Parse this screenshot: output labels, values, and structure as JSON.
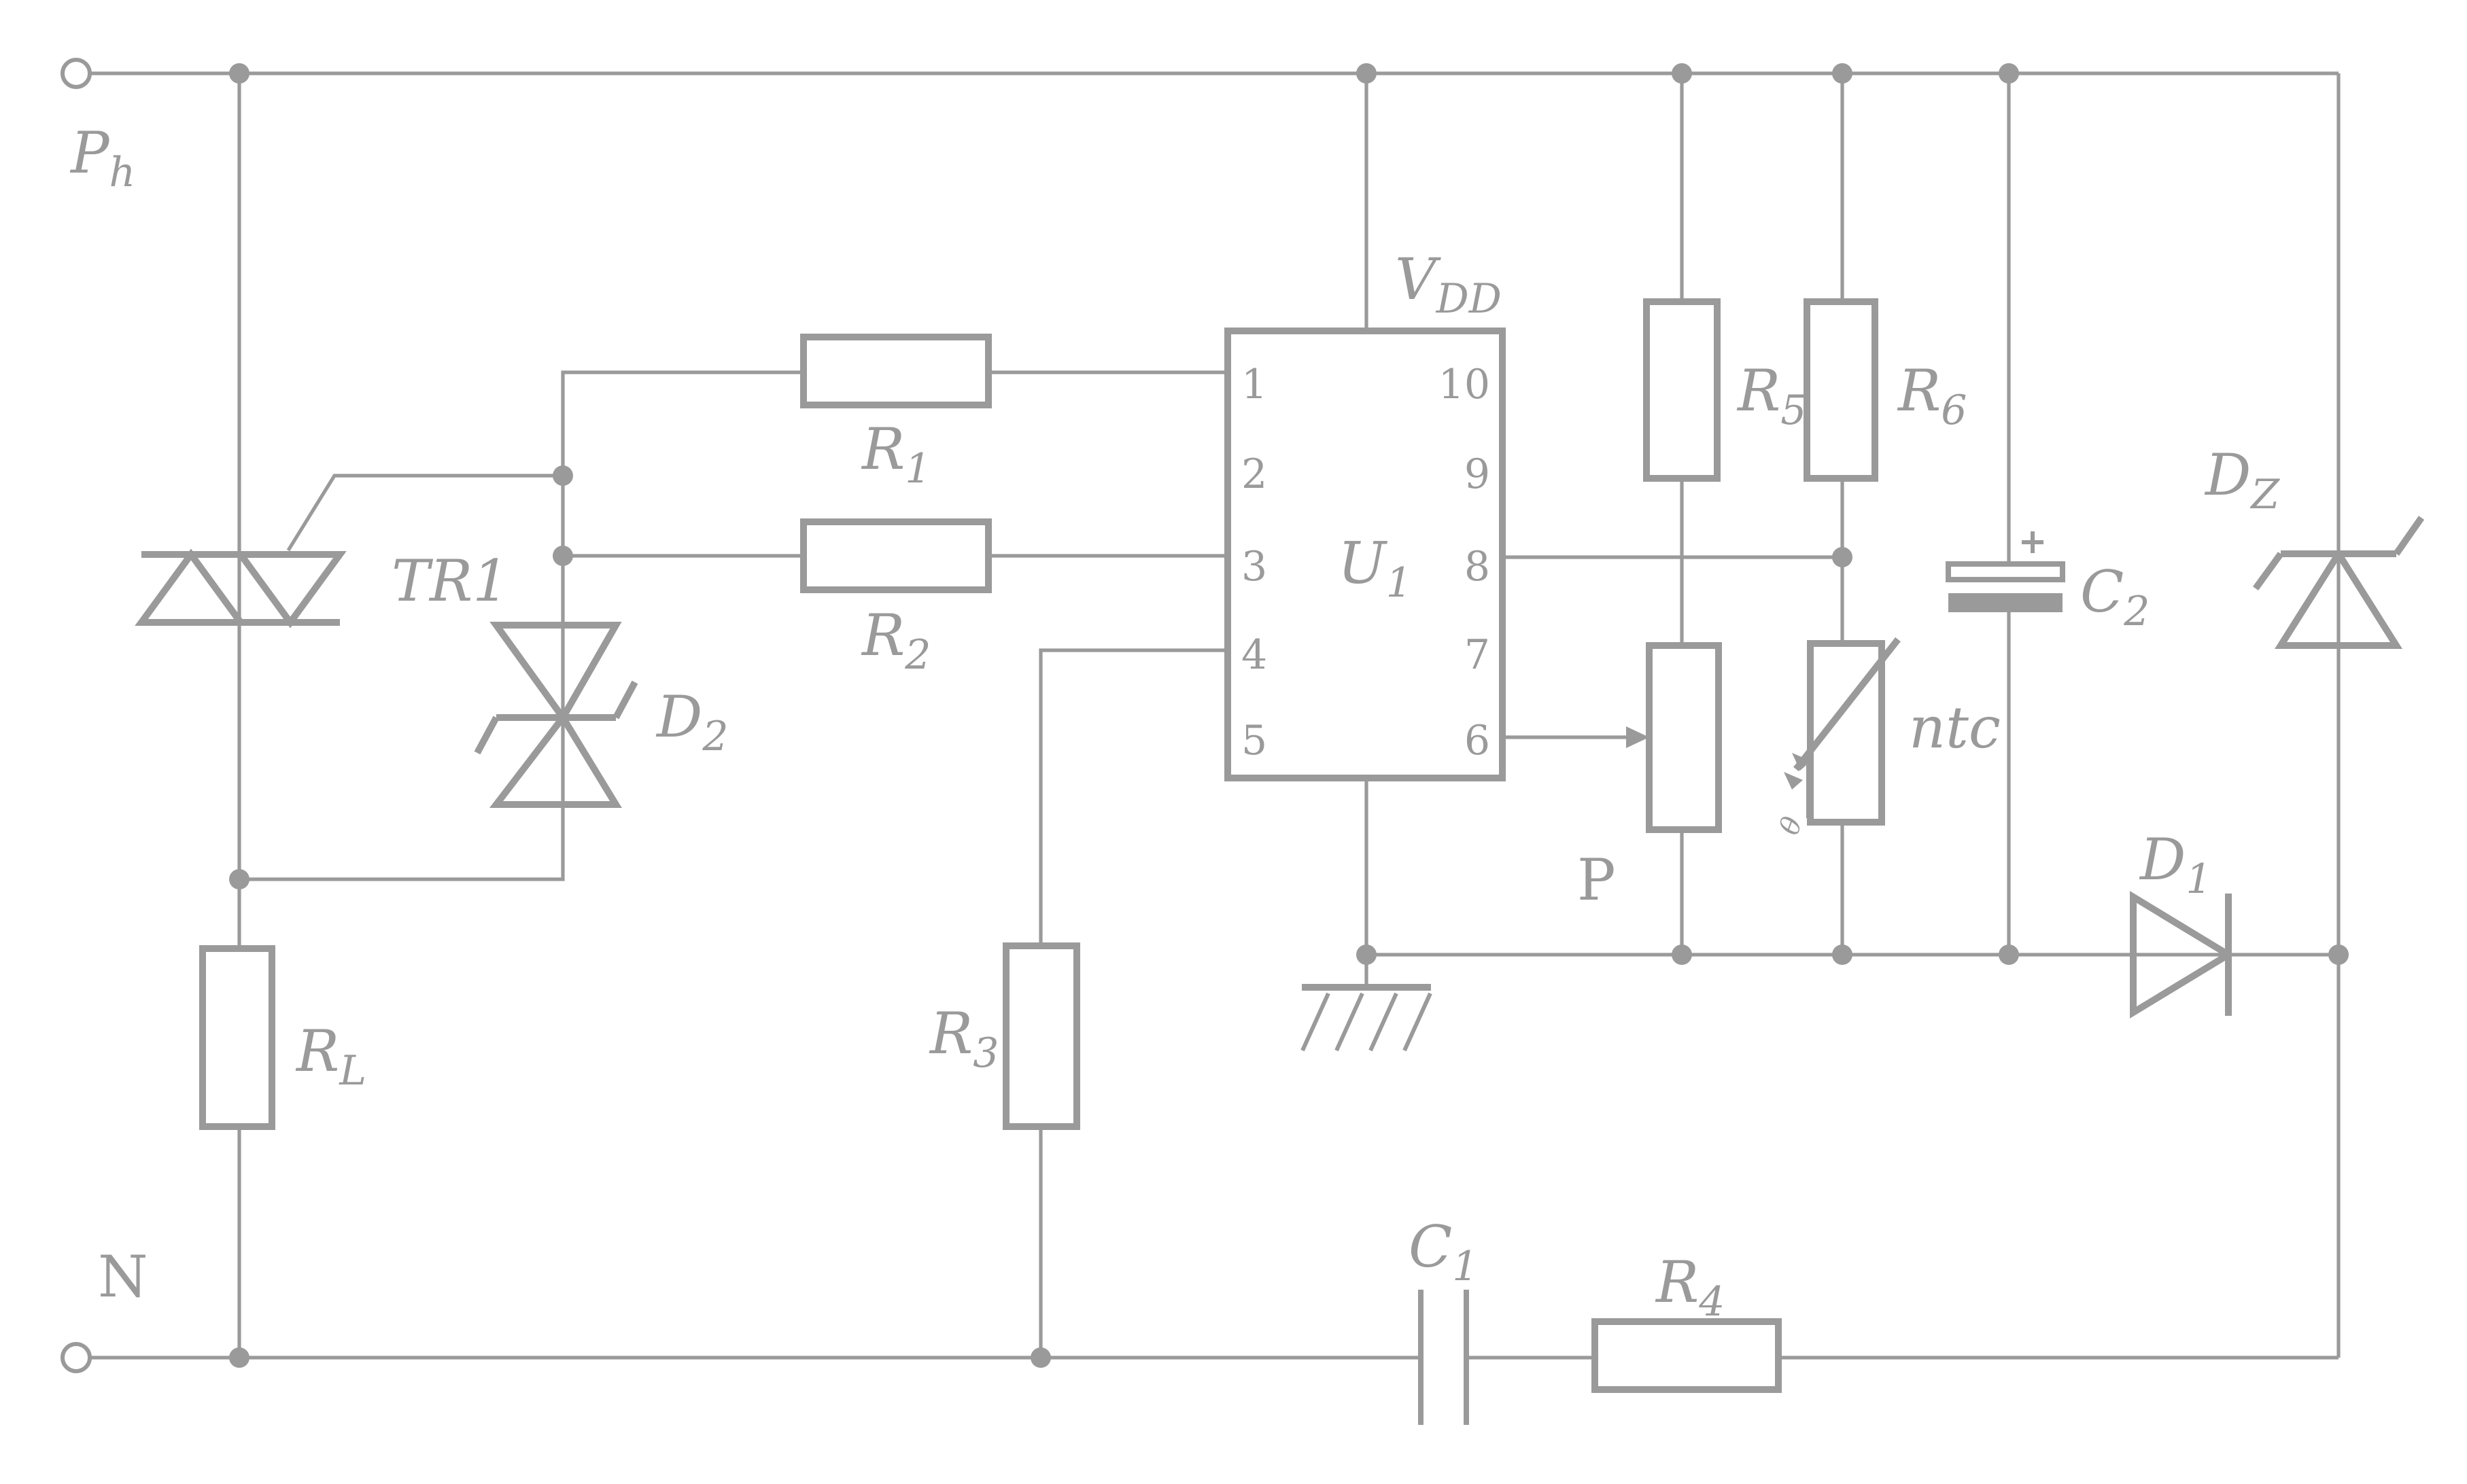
{
  "colors": {
    "stroke": "#9a9a9a",
    "background": "#ffffff"
  },
  "labels": {
    "ph": {
      "text": "P",
      "sub": "h"
    },
    "n": {
      "text": "N",
      "sub": ""
    },
    "tr1": {
      "text": "TR1",
      "sub": ""
    },
    "d2": {
      "text": "D",
      "sub": "2"
    },
    "r1": {
      "text": "R",
      "sub": "1"
    },
    "r2": {
      "text": "R",
      "sub": "2"
    },
    "r3": {
      "text": "R",
      "sub": "3"
    },
    "rl": {
      "text": "R",
      "sub": "L"
    },
    "r4": {
      "text": "R",
      "sub": "4"
    },
    "r5": {
      "text": "R",
      "sub": "5"
    },
    "r6": {
      "text": "R",
      "sub": "6"
    },
    "c1": {
      "text": "C",
      "sub": "1"
    },
    "c2": {
      "text": "C",
      "sub": "2"
    },
    "u1": {
      "text": "U",
      "sub": "1"
    },
    "vdd": {
      "text": "V",
      "sub": "DD"
    },
    "p": {
      "text": "P",
      "sub": ""
    },
    "ntc": {
      "text": "ntc",
      "sub": ""
    },
    "d1": {
      "text": "D",
      "sub": "1"
    },
    "dz": {
      "text": "D",
      "sub": "Z"
    },
    "theta": {
      "text": "θ",
      "sub": ""
    },
    "c2_plus": "+"
  },
  "u1_pins": {
    "left": [
      "1",
      "2",
      "3",
      "4",
      "5"
    ],
    "right": [
      "10",
      "9",
      "8",
      "7",
      "6"
    ]
  }
}
